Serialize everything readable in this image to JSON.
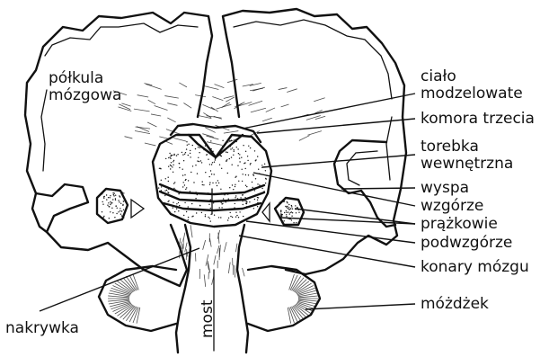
{
  "labels": {
    "polkula": [
      "półkula",
      "mózgowa"
    ],
    "cialo": [
      "ciało",
      "modzelowate"
    ],
    "komora": "komora trzecia",
    "torebka": [
      "torebka",
      "wewnętrzna"
    ],
    "wyspa": "wyspa",
    "wzgorze": "wzgórze",
    "prazkowie": "prążkowie",
    "podwzgorze": "podwzgórze",
    "konary": "konary mózgu",
    "mozdzek": "móżdżek",
    "nakrywka": "nakrywka",
    "most": "most"
  }
}
